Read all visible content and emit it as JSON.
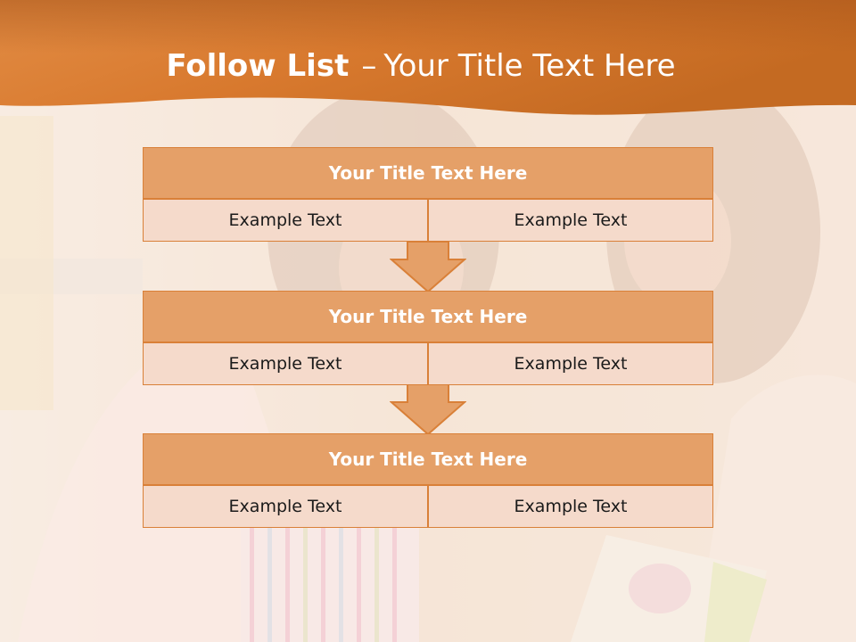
{
  "slide": {
    "title_bold": "Follow List",
    "title_separator": "–",
    "title_rest": "Your Title Text Here"
  },
  "colors": {
    "banner_dark": "#b85d1e",
    "banner_light": "#e08a3c",
    "box_title": "#e5a068",
    "box_cell": "#f5dacb",
    "border": "#d98038"
  },
  "steps": [
    {
      "title": "Your Title Text Here",
      "left": "Example Text",
      "right": "Example Text"
    },
    {
      "title": "Your Title Text Here",
      "left": "Example Text",
      "right": "Example Text"
    },
    {
      "title": "Your Title Text Here",
      "left": "Example Text",
      "right": "Example Text"
    }
  ],
  "icons": [
    "down-arrow-icon",
    "down-arrow-icon"
  ]
}
